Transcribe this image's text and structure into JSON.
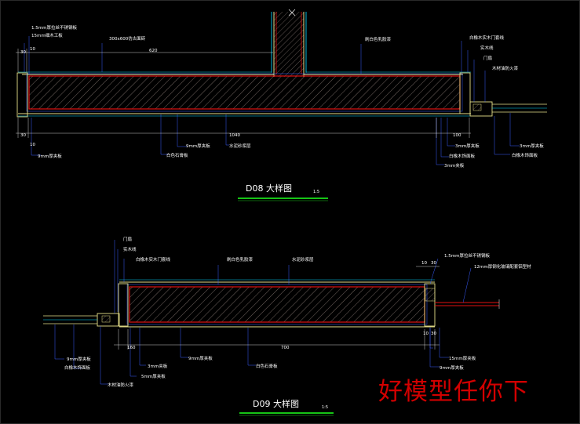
{
  "colors": {
    "background": "#000000",
    "finish_line": "#e6e08a",
    "red_line": "#e01010",
    "cyan_line": "#00d8ff",
    "blue_line": "#3a5cff",
    "hatch": "#bfa9a0",
    "title_underline": "#16c416",
    "text": "#ffffff",
    "watermark": "#d20000"
  },
  "d08": {
    "title": "D08 大样图",
    "scale": "1:5",
    "labels": {
      "stainless_steel_sheet": "1.5mm厚拉丝不锈钢板",
      "mdf_15": "15mm细木工板",
      "tile_300x600": "300x600仿古面砖",
      "white_latex_paint": "刷白色乳胶漆",
      "white_wood_frame": "白橡木实木门套线",
      "solid_wood_line": "实木线",
      "door_leaf": "门扇",
      "fireproof_board": "木材油防火漆",
      "board_9mm": "9mm厚夹板",
      "white_gypsum": "白色石膏板",
      "board_9mm_2": "9mm厚夹板",
      "cement_mortar": "水泥砂浆层",
      "board_3mm": "3mm厚夹板",
      "white_veneer": "白橡木饰面板",
      "board_3mm_b": "3mm厚夹板",
      "white_veneer_b": "白橡木饰面板",
      "board_3mm_c": "3mm夹板"
    },
    "dims": {
      "d10_top": "10",
      "d30_top": "30",
      "d620": "620",
      "d30_bottom": "30",
      "d10_bottom": "10",
      "d1040": "1040",
      "d100": "100"
    }
  },
  "d09": {
    "title": "D09 大样图",
    "scale": "1:5",
    "labels": {
      "door_leaf": "门扇",
      "solid_wood_line": "实木线",
      "white_wood_frame": "白橡木实木门套线",
      "white_latex_paint": "刷白色乳胶漆",
      "cement_mortar": "水泥砂浆层",
      "steel_sheet": "1.5mm厚拉丝不锈钢板",
      "board_12mm": "12mm厚钢化玻璃配套铝型材",
      "board_9mm": "9mm厚夹板",
      "white_veneer": "白橡木饰面板",
      "fireproof": "木材油防火漆",
      "board_3mm": "3mm夹板",
      "board_5mm": "5mm厚夹板",
      "board_9mm_b": "9mm厚夹板",
      "white_gypsum": "白色石膏板",
      "board_15mm": "15mm厚夹板",
      "board_9mm_c": "9mm厚夹板"
    },
    "dims": {
      "d10_left": "10",
      "d30_right": "30",
      "d160": "160",
      "d700": "700",
      "d10_r": "10",
      "d30_r": "30"
    }
  },
  "watermark": "好模型任你下"
}
